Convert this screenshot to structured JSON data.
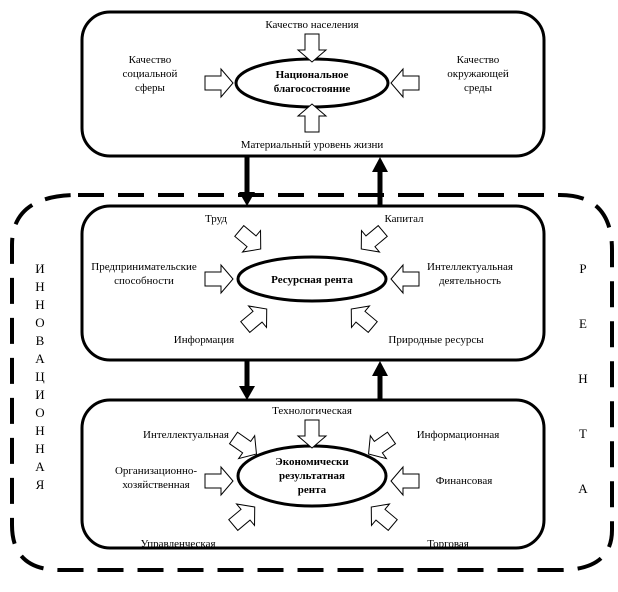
{
  "top_box": {
    "center": [
      "Национальное",
      "благосостояние"
    ],
    "top": "Качество населения",
    "left": [
      "Качество",
      "социальной",
      "сферы"
    ],
    "right": [
      "Качество",
      "окружающей",
      "среды"
    ],
    "bottom": "Материальный уровень жизни"
  },
  "middle_box": {
    "center": "Ресурсная рента",
    "top_left": "Труд",
    "top_right": "Капитал",
    "left": [
      "Предпринимательские",
      "способности"
    ],
    "right": [
      "Интеллектуальная",
      "деятельность"
    ],
    "bottom_left": "Информация",
    "bottom_right": "Природные ресурсы"
  },
  "bottom_box": {
    "center": [
      "Экономически",
      "результатная",
      "рента"
    ],
    "top": "Технологическая",
    "top_left": "Интеллектуальная",
    "top_right": "Информационная",
    "left": [
      "Организационно-",
      "хозяйственная"
    ],
    "right": "Финансовая",
    "bottom_left": "Управленческая",
    "bottom_right": "Торговая"
  },
  "left_vertical": [
    "И",
    "Н",
    "Н",
    "О",
    "В",
    "А",
    "Ц",
    "И",
    "О",
    "Н",
    "Н",
    "А",
    "Я"
  ],
  "right_vertical": [
    "Р",
    "Е",
    "Н",
    "Т",
    "А"
  ]
}
